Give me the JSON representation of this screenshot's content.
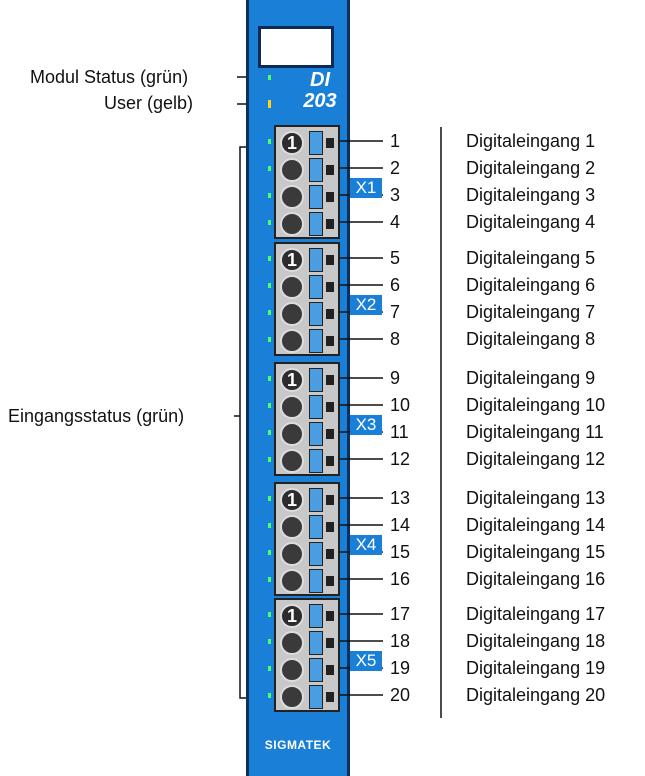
{
  "labels": {
    "modul_status": "Modul Status (grün)",
    "user": "User (gelb)",
    "eingangsstatus": "Eingangsstatus (grün)"
  },
  "module": {
    "model_line1": "DI",
    "model_line2": "203",
    "brand": "SIGMATEK",
    "body_color": "#1a7fd6",
    "led_green": "#4cff6a",
    "led_yellow": "#ffd21a"
  },
  "connectors": [
    {
      "tag": "X1",
      "pins": [
        "1",
        "2",
        "3",
        "4"
      ]
    },
    {
      "tag": "X2",
      "pins": [
        "5",
        "6",
        "7",
        "8"
      ]
    },
    {
      "tag": "X3",
      "pins": [
        "9",
        "10",
        "11",
        "12"
      ]
    },
    {
      "tag": "X4",
      "pins": [
        "13",
        "14",
        "15",
        "16"
      ]
    },
    {
      "tag": "X5",
      "pins": [
        "17",
        "18",
        "19",
        "20"
      ]
    }
  ],
  "first_pin_marker": "1",
  "inputs": [
    "Digitaleingang 1",
    "Digitaleingang 2",
    "Digitaleingang 3",
    "Digitaleingang 4",
    "Digitaleingang 5",
    "Digitaleingang 6",
    "Digitaleingang 7",
    "Digitaleingang 8",
    "Digitaleingang 9",
    "Digitaleingang 10",
    "Digitaleingang 11",
    "Digitaleingang 12",
    "Digitaleingang 13",
    "Digitaleingang 14",
    "Digitaleingang 15",
    "Digitaleingang 16",
    "Digitaleingang 17",
    "Digitaleingang 18",
    "Digitaleingang 19",
    "Digitaleingang 20"
  ]
}
